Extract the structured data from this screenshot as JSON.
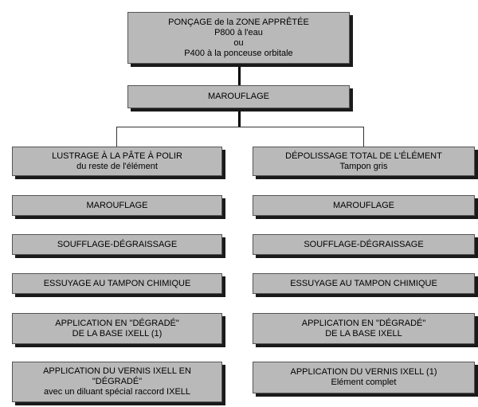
{
  "colors": {
    "box_fill": "#b9b9b9",
    "box_shadow": "#1a1a1a",
    "connector": "#000000"
  },
  "top": {
    "poncage": {
      "line1": "PONÇAGE de la ZONE APPRÊTÉE",
      "line2": "P800 à l'eau",
      "line3": "ou",
      "line4": "P400 à la ponceuse orbitale"
    },
    "marouflage": "MAROUFLAGE"
  },
  "left": {
    "lustrage": {
      "line1": "LUSTRAGE À LA PÂTE À POLIR",
      "line2": "du reste de l'élément"
    },
    "marouflage": "MAROUFLAGE",
    "soufflage": "SOUFFLAGE-DÉGRAISSAGE",
    "essuyage": "ESSUYAGE AU TAMPON CHIMIQUE",
    "application_base": {
      "line1": "APPLICATION EN \"DÉGRADÉ\"",
      "line2": "DE LA BASE IXELL (1)"
    },
    "application_vernis": {
      "line1": "APPLICATION DU VERNIS IXELL EN",
      "line2": "\"DÉGRADÉ\"",
      "line3": "avec un diluant spécial raccord IXELL"
    }
  },
  "right": {
    "depolissage": {
      "line1": "DÉPOLISSAGE TOTAL DE L'ÉLÉMENT",
      "line2": "Tampon gris"
    },
    "marouflage": "MAROUFLAGE",
    "soufflage": "SOUFFLAGE-DÉGRAISSAGE",
    "essuyage": "ESSUYAGE AU TAMPON CHIMIQUE",
    "application_base": {
      "line1": "APPLICATION EN \"DÉGRADÉ\"",
      "line2": "DE LA BASE IXELL"
    },
    "application_vernis": {
      "line1": "APPLICATION DU VERNIS IXELL (1)",
      "line2": "Elément complet"
    }
  }
}
